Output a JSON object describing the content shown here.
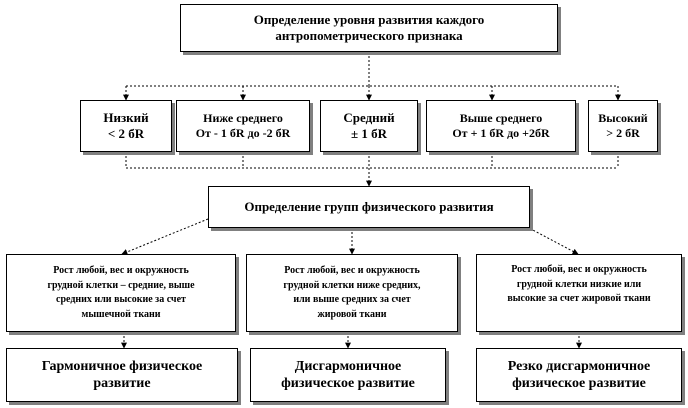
{
  "top": {
    "line1": "Определение уровня развития каждого",
    "line2": "антропометрического признака"
  },
  "levels": [
    {
      "line1": "Низкий",
      "line2": "< 2 бR"
    },
    {
      "line1": "Ниже среднего",
      "line2": "От - 1 бR до -2 бR"
    },
    {
      "line1": "Средний",
      "line2": "± 1 бR"
    },
    {
      "line1": "Выше среднего",
      "line2": "От + 1 бR до +2бR"
    },
    {
      "line1": "Высокий",
      "line2": "> 2 бR"
    }
  ],
  "groups_title": "Определение групп физического развития",
  "descriptions": [
    {
      "line1": "Рост любой, вес и окружность",
      "line2": "грудной клетки – средние, выше",
      "line3": "средних или высокие за счет",
      "line4": "мышечной ткани"
    },
    {
      "line1": "Рост любой, вес и окружность",
      "line2": "грудной клетки ниже средних,",
      "line3": "или выше средних за счет",
      "line4": "жировой ткани"
    },
    {
      "line1": "Рост любой, вес и окружность",
      "line2": "грудной клетки низкие или",
      "line3": "высокие за счет жировой ткани",
      "line4": ""
    }
  ],
  "results": [
    {
      "line1": "Гармоничное физическое",
      "line2": "развитие"
    },
    {
      "line1": "Дисгармоничное",
      "line2": "физическое развитие"
    },
    {
      "line1": "Резко дисгармоничное",
      "line2": "физическое развитие"
    }
  ]
}
